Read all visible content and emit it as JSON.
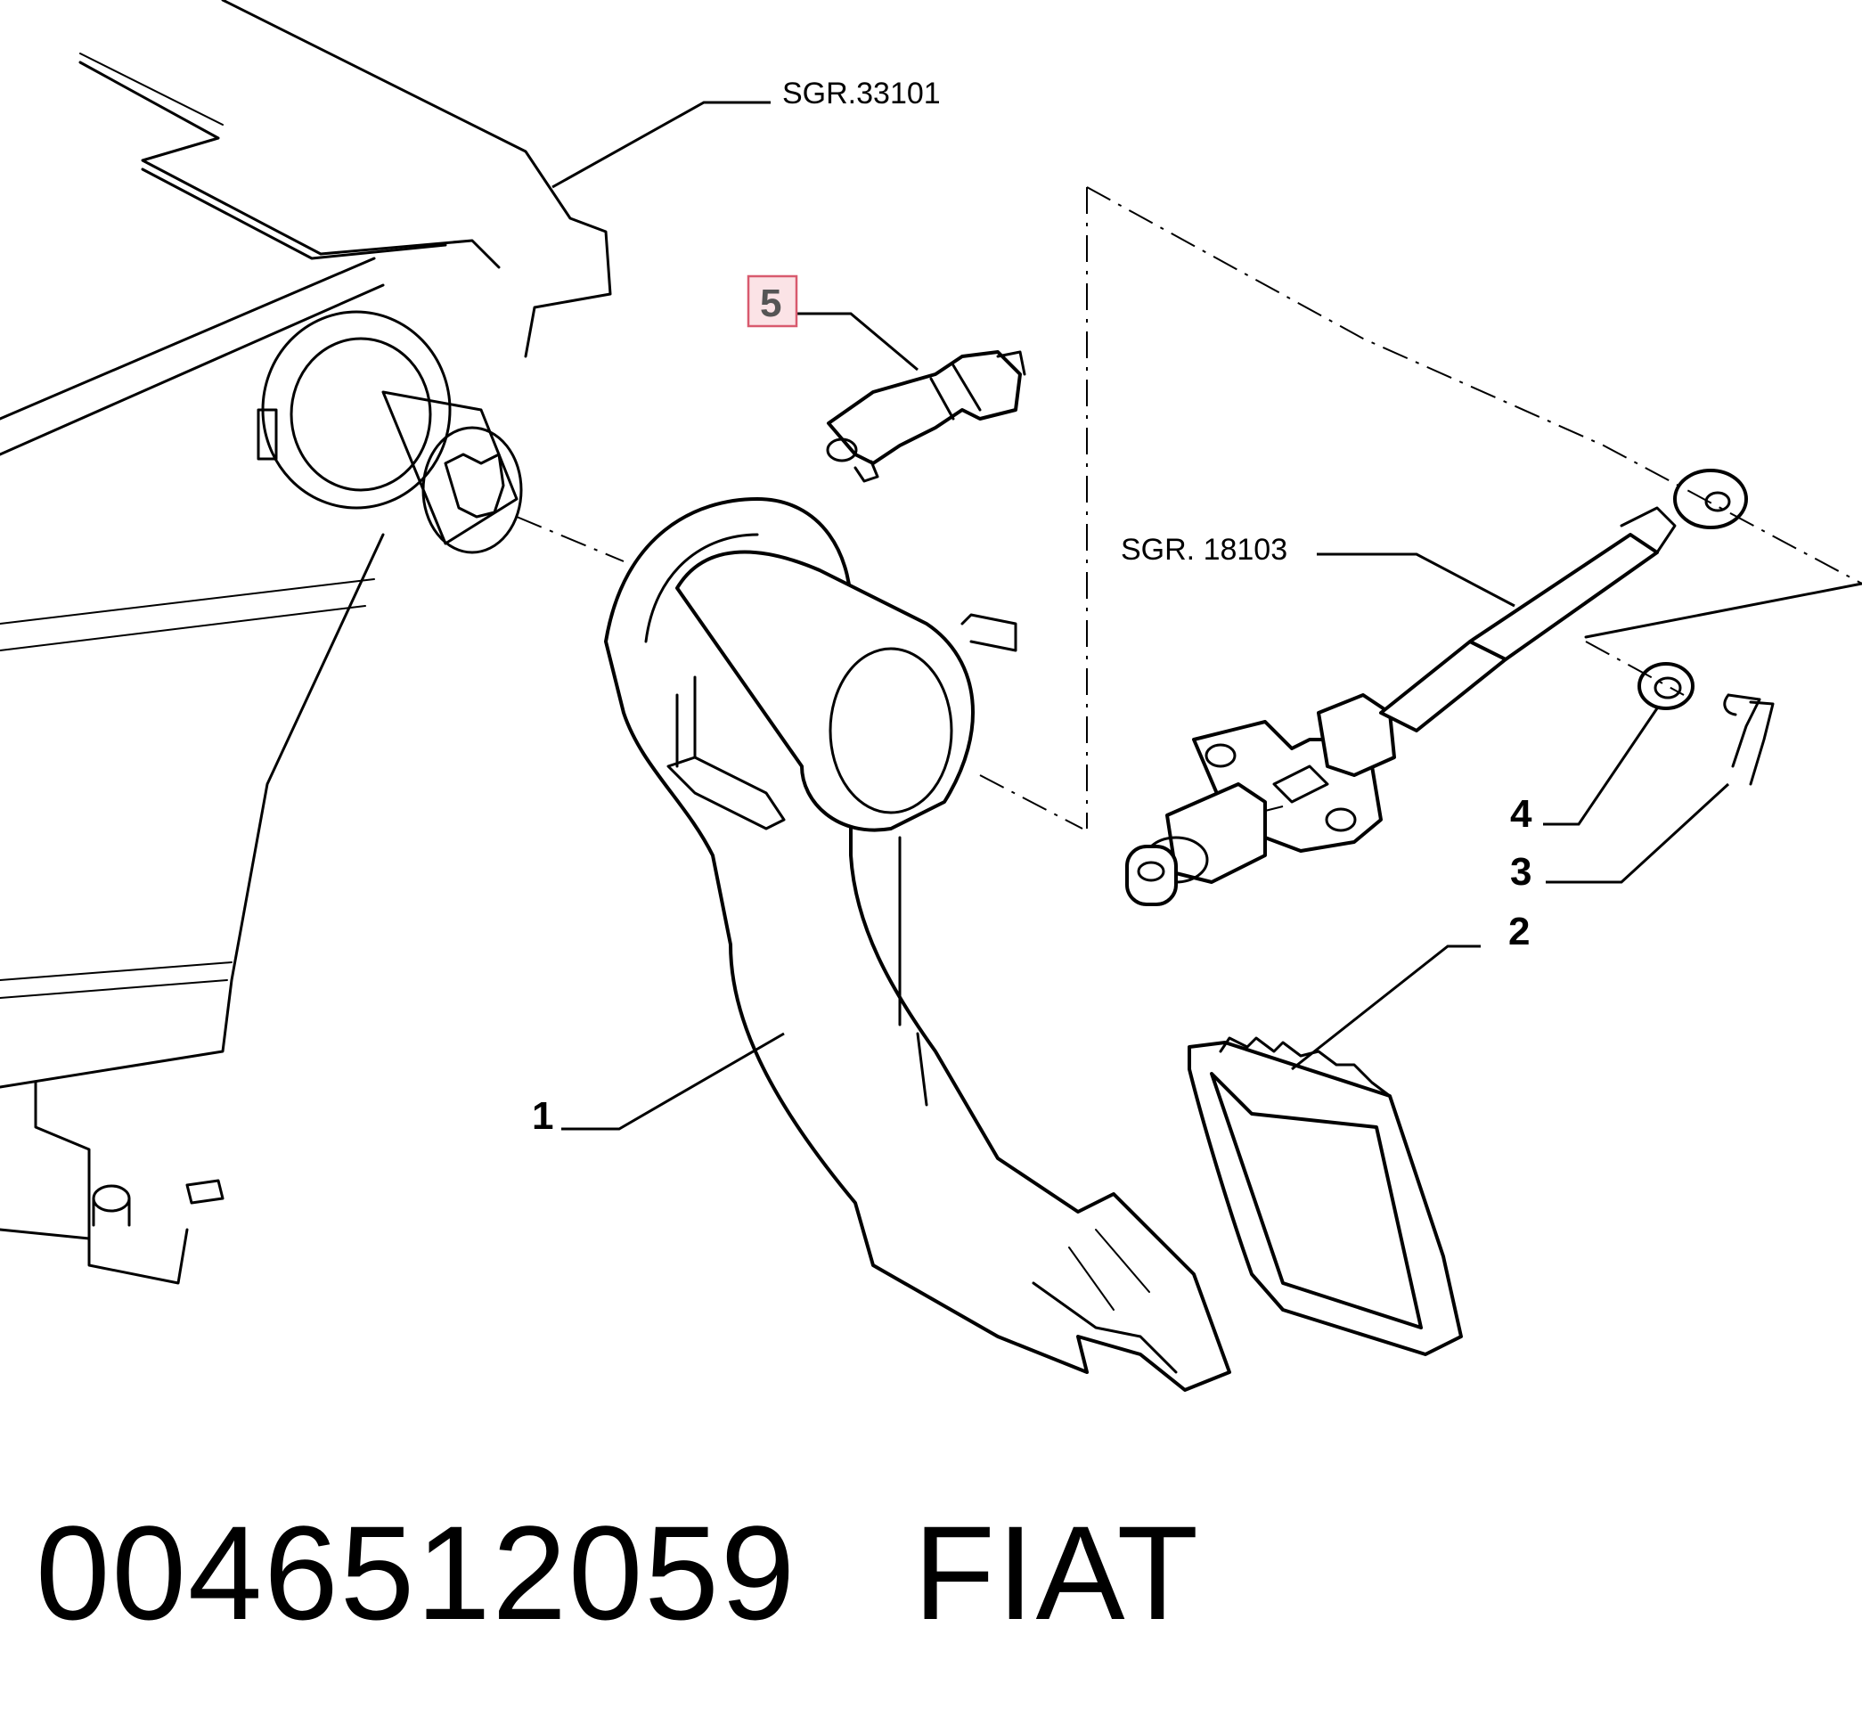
{
  "diagram": {
    "references": {
      "upper": "SGR.33101",
      "lower": "SGR. 18103"
    },
    "callouts": [
      {
        "id": "1",
        "label": "1",
        "part": "pedal"
      },
      {
        "id": "2",
        "label": "2",
        "part": "pedal-pad"
      },
      {
        "id": "3",
        "label": "3",
        "part": "split-pin"
      },
      {
        "id": "4",
        "label": "4",
        "part": "washer"
      },
      {
        "id": "5",
        "label": "5",
        "part": "switch",
        "highlighted": true
      }
    ],
    "highlight_color": "#d85a6e"
  },
  "footer": {
    "part_number": "0046512059",
    "brand": "FIAT"
  }
}
